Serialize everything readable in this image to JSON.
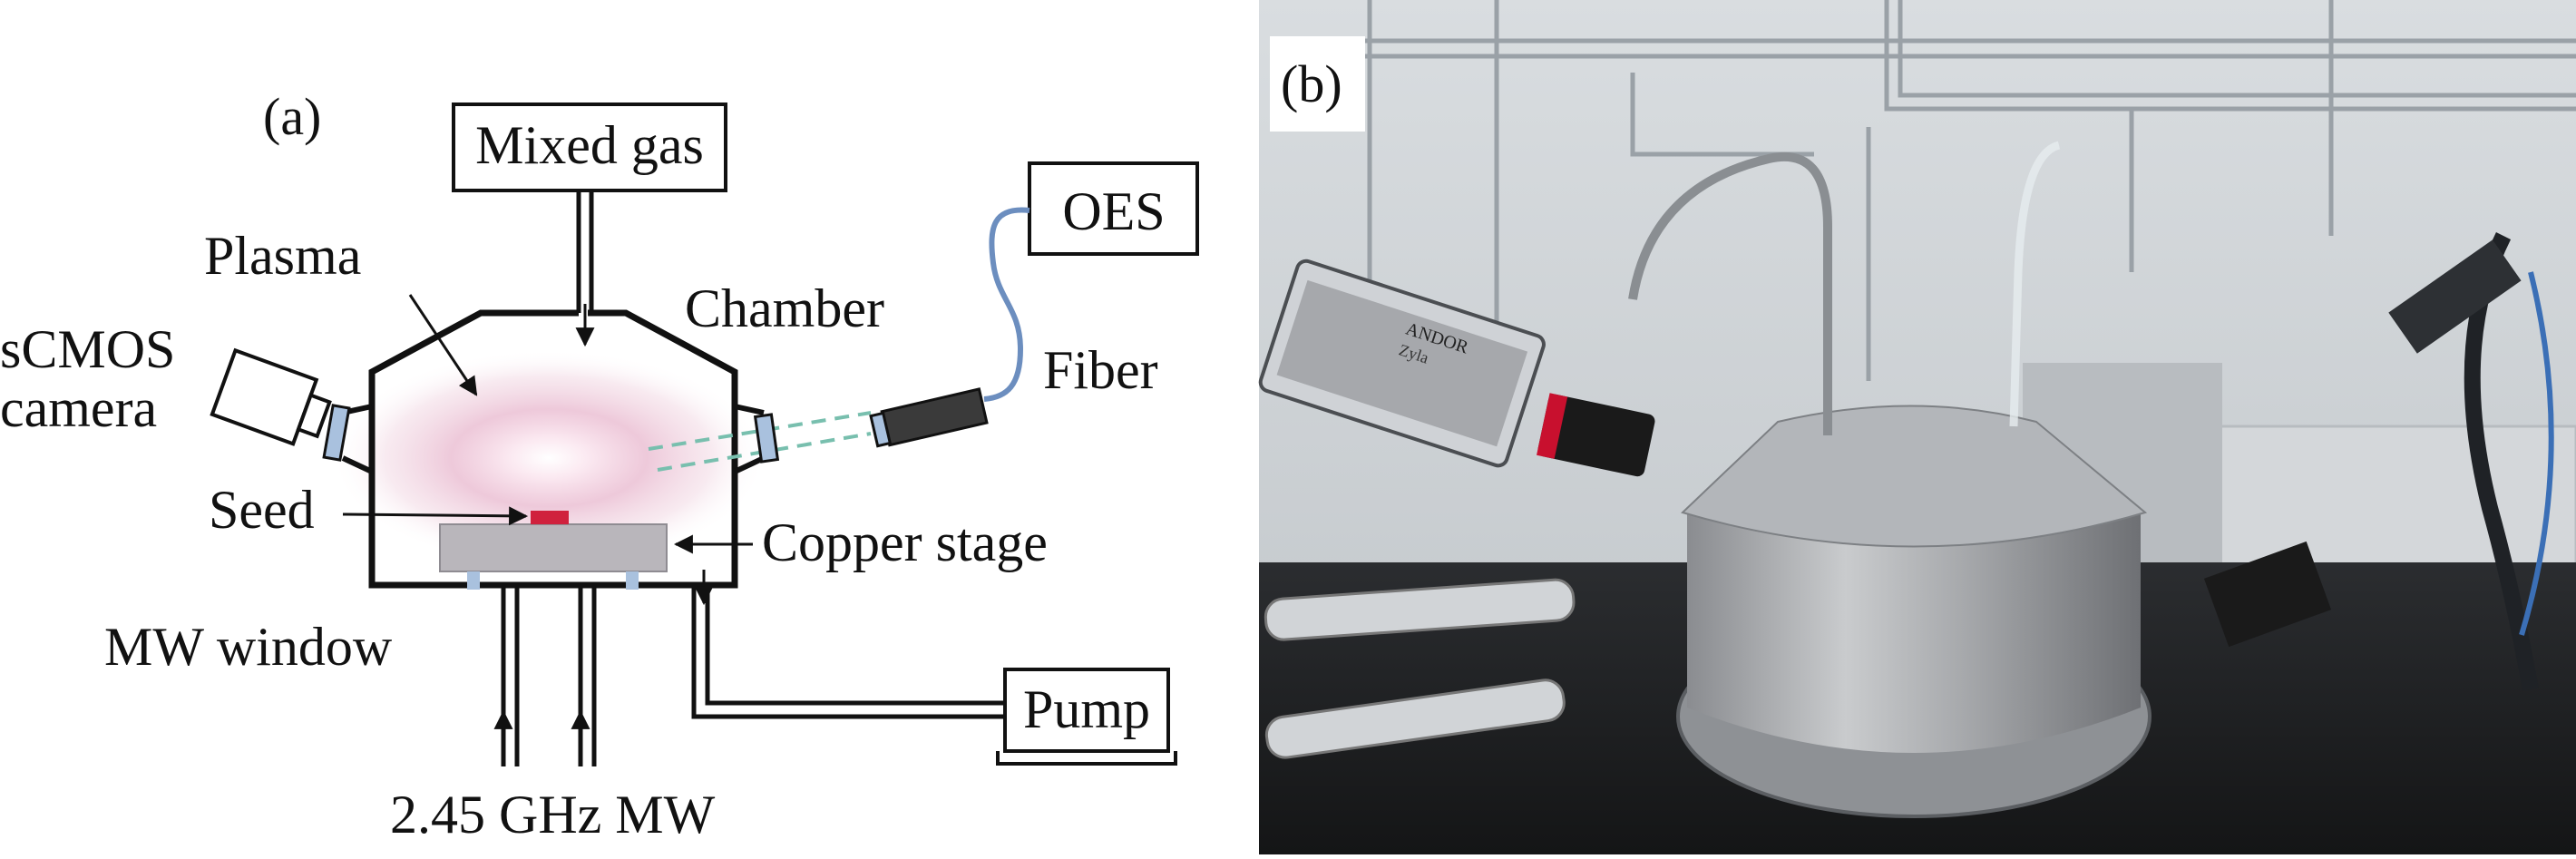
{
  "panel_a": {
    "label": "(a)",
    "boxes": {
      "mixed_gas": "Mixed gas",
      "oes": "OES",
      "pump": "Pump"
    },
    "labels": {
      "plasma": "Plasma",
      "chamber": "Chamber",
      "camera_line1": "sCMOS",
      "camera_line2": "camera",
      "fiber": "Fiber",
      "seed": "Seed",
      "copper_stage": "Copper stage",
      "mw_window": "MW window",
      "microwave": "2.45 GHz MW"
    }
  },
  "panel_b": {
    "label": "(b)",
    "photo_text": {
      "camera_brand": "ANDOR",
      "camera_model": "Zyla"
    }
  },
  "colors": {
    "line": "#111111",
    "plasma": "#e8b8cc",
    "seed": "#d0213d",
    "stage": "#b9b6bb",
    "window": "#a9c1de",
    "fiber": "#6c8ebf",
    "beam": "#78bfae",
    "background": "#ffffff"
  }
}
